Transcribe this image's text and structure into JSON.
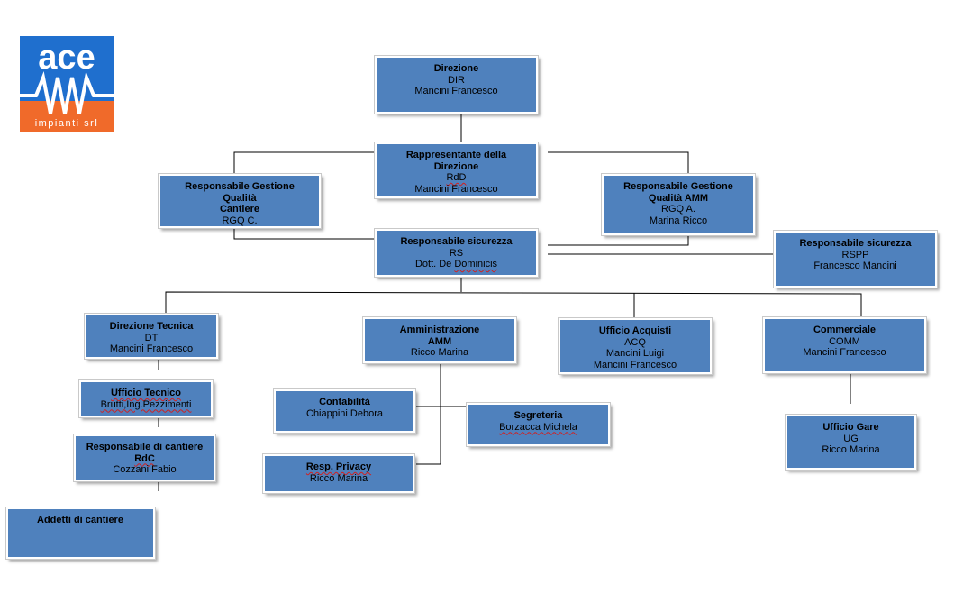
{
  "logo": {
    "word": "ace",
    "tagline": "impianti srl",
    "colors": {
      "top": "#1f6fce",
      "bottom": "#f06a2a",
      "wave": "#ffffff"
    }
  },
  "colors": {
    "box_fill": "#4f81bd",
    "box_border": "#ffffff",
    "line": "#000000"
  },
  "nodes": {
    "dir": {
      "title": "Direzione",
      "lines": [
        "DIR",
        "Mancini Francesco"
      ]
    },
    "rdd": {
      "title": "Rappresentante della",
      "title2": "Direzione",
      "code": "RdD",
      "name": "Mancini Francesco"
    },
    "rgqc": {
      "title": "Responsabile Gestione",
      "title2": "Qualità",
      "title3": "Cantiere",
      "code": "RGQ C."
    },
    "rgqa": {
      "title": "Responsabile Gestione",
      "title2": "Qualità AMM",
      "code": "RGQ A.",
      "name": "Marina Ricco"
    },
    "rs": {
      "title": "Responsabile sicurezza",
      "code": "RS",
      "name_prefix": "Dott. De ",
      "name_sq": "Dominicis"
    },
    "rspp": {
      "title": "Responsabile sicurezza",
      "code": "RSPP",
      "name": "Francesco Mancini"
    },
    "dt": {
      "title": "Direzione Tecnica",
      "code": "DT",
      "name": "Mancini Francesco"
    },
    "amm": {
      "title": "Amministrazione",
      "title2": "AMM",
      "name": "Ricco Marina"
    },
    "acq": {
      "title": "Ufficio Acquisti",
      "code": "ACQ",
      "name": "Mancini Luigi",
      "name2": "Mancini Francesco"
    },
    "comm": {
      "title": "Commerciale",
      "code": "COMM",
      "name": "Mancini  Francesco"
    },
    "ut": {
      "title": "Ufficio Tecnico",
      "name": "Brutti,Ing.Pezzimenti"
    },
    "contab": {
      "title": "Contabilità",
      "name": "Chiappini Debora"
    },
    "segr": {
      "title": "Segreteria",
      "name": "Borzacca Michela"
    },
    "rdc": {
      "title": "Responsabile di cantiere",
      "code": "RdC",
      "name": "Cozzani Fabio"
    },
    "privacy": {
      "title": "Resp. Privacy",
      "name": "Ricco Marina"
    },
    "ug": {
      "title": "Ufficio Gare",
      "code": "UG",
      "name": "Ricco Marina"
    },
    "addetti": {
      "title": "Addetti di cantiere"
    }
  }
}
